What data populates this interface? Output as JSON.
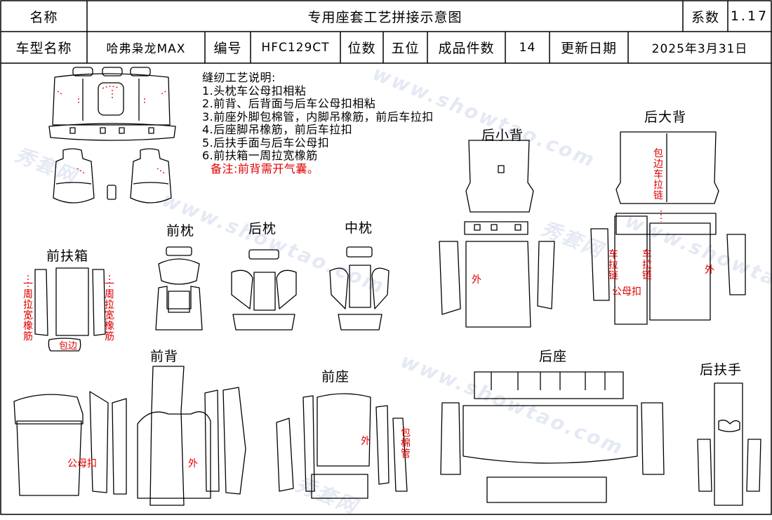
{
  "header": {
    "name_label": "名称",
    "title": "专用座套工艺拼接示意图",
    "coef_label": "系数",
    "coef_value": "1.17",
    "model_label": "车型名称",
    "model_value": "哈弗枭龙MAX",
    "code_label": "编号",
    "code_value": "HFC129CT",
    "seats_label": "位数",
    "seats_value": "五位",
    "count_label": "成品件数",
    "count_value": "14",
    "date_label": "更新日期",
    "date_value": "2025年3月31日"
  },
  "notes": {
    "heading": "缝纫工艺说明:",
    "items": [
      "1.头枕车公母扣相粘",
      "2.前背、后背面与后车公母扣相粘",
      "3.前座外脚包棉管，内脚吊橡筋，前后车拉扣",
      "4.后座脚吊橡筋，前后车拉扣",
      "5.后扶手面与后车公母扣",
      "6.前扶箱一周拉宽橡筋"
    ],
    "remark": "备注:前背需开气囊。"
  },
  "pieces": {
    "front_armrest": "前扶箱",
    "front_headrest": "前枕",
    "rear_headrest": "后枕",
    "middle_headrest": "中枕",
    "rear_small_back": "后小背",
    "rear_big_back": "后大背",
    "front_back": "前背",
    "front_seat": "前座",
    "rear_seat": "后座",
    "rear_armrest": "后扶手"
  },
  "annotations": {
    "edge_elastic": "一周拉宽橡筋",
    "edge_binding": "包边",
    "binding_zipper": "包边车拉链",
    "sew_zipper": "车拉链",
    "snap": "公母扣",
    "outer": "外",
    "cotton_tube": "包棉管"
  },
  "watermark": {
    "site": "www.showtao.com",
    "brand": "秀套网"
  }
}
